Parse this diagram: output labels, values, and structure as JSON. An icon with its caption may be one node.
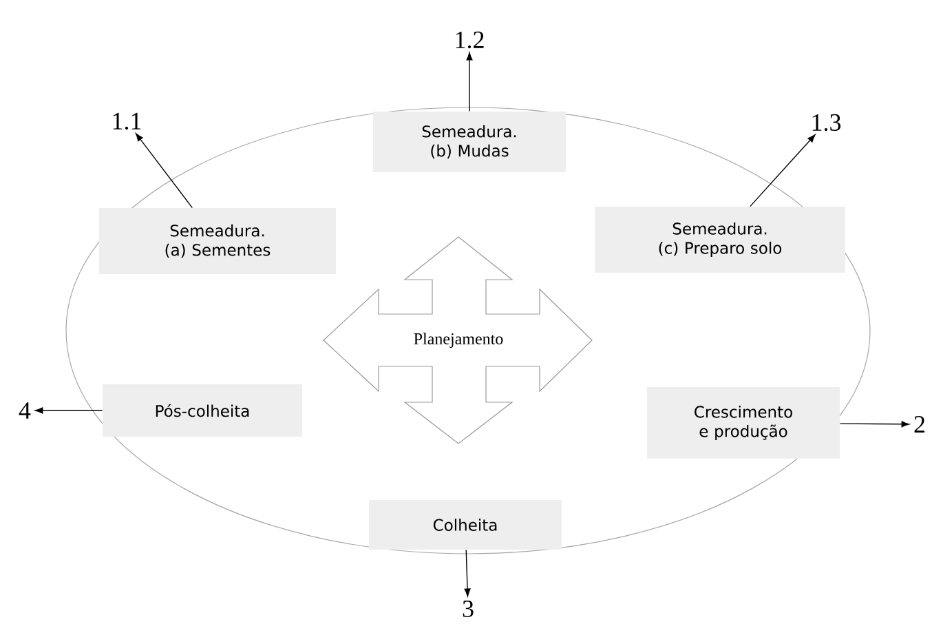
{
  "diagram": {
    "nodes": [
      {
        "text": [
          "Semeadura. (b) Mudas"
        ]
      },
      {
        "text": [
          "Semeadura. (a) Sementes"
        ]
      },
      {
        "text": [
          "Semeadura. (c) Preparo solo"
        ]
      },
      {
        "text": [
          "Planejamento"
        ]
      },
      {
        "text": [
          "Pós-colheita"
        ]
      },
      {
        "text": [
          "Crescimento e produção"
        ]
      },
      {
        "text": [
          "Colheita"
        ]
      },
      {
        "text": [
          "1.1"
        ]
      },
      {
        "text": [
          "1.2"
        ]
      },
      {
        "text": [
          "1.3"
        ]
      },
      {
        "text": [
          "2"
        ]
      },
      {
        "text": [
          "3"
        ]
      },
      {
        "text": [
          "4"
        ]
      }
    ],
    "edges": [
      {
        "from": 1,
        "to": 7,
        "arrow": "to"
      },
      {
        "from": 0,
        "to": 8,
        "arrow": "to"
      },
      {
        "from": 2,
        "to": 9,
        "arrow": "to"
      },
      {
        "from": 5,
        "to": 10,
        "arrow": "to"
      },
      {
        "from": 6,
        "to": 11,
        "arrow": "to"
      },
      {
        "from": 4,
        "to": 12,
        "arrow": "to"
      }
    ]
  }
}
